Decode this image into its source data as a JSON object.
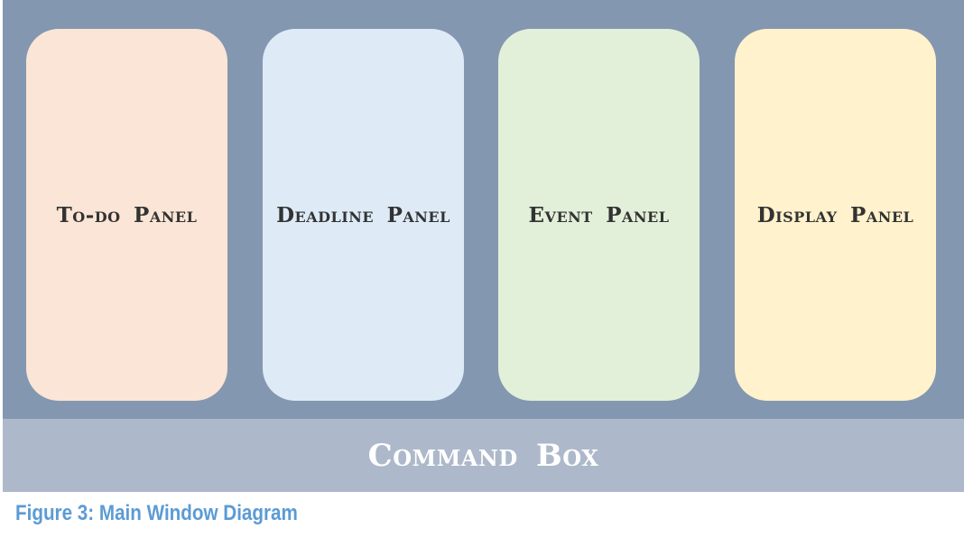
{
  "main_window": {
    "background": "#8497b0",
    "panels": [
      {
        "label": "To-do Panel",
        "color": "#fbe5d6"
      },
      {
        "label": "Deadline Panel",
        "color": "#deebf7"
      },
      {
        "label": "Event Panel",
        "color": "#e2f0d9"
      },
      {
        "label": "Display Panel",
        "color": "#fff2cc"
      }
    ]
  },
  "command_box": {
    "label": "Command Box",
    "color": "#adb9ca"
  },
  "caption": {
    "text": "Figure 3: Main Window Diagram",
    "color": "#5b9bd5"
  }
}
